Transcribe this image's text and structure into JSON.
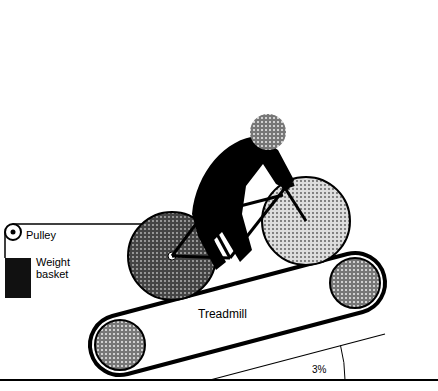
{
  "diagram": {
    "labels": [
      "Pulley",
      "Weight basket",
      "Treadmill",
      "3%"
    ]
  }
}
